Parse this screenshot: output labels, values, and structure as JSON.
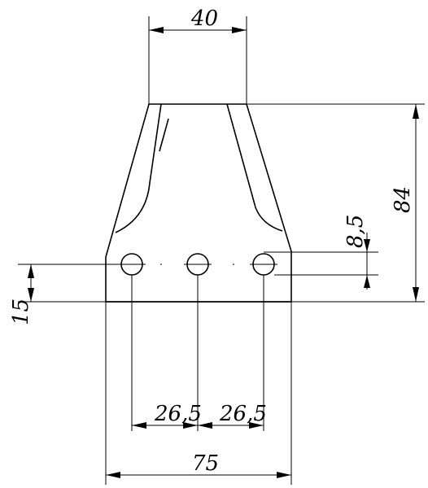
{
  "drawing": {
    "dimensions": {
      "top_width": "40",
      "height": "84",
      "hole_offset": "8,5",
      "hole_height": "15",
      "pitch_left": "26,5",
      "pitch_right": "26,5",
      "base_width": "75"
    }
  }
}
